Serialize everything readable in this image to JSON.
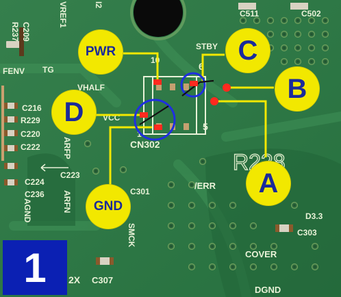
{
  "callouts": {
    "pwr": "PWR",
    "c": "C",
    "b": "B",
    "d": "D",
    "a": "A",
    "gnd": "GND"
  },
  "step_number": "1",
  "silkscreen": {
    "c209": "C209",
    "r237": "R237",
    "vref1": "VREF1",
    "i2": "I2",
    "c511": "C511",
    "c502": "C502",
    "fenv": "FENV",
    "tg": "TG",
    "stby": "STBY",
    "pin10": "10",
    "pin6": "6",
    "vhalf": "VHALF",
    "c216": "C216",
    "r229": "R229",
    "c220": "C220",
    "c222": "C222",
    "vcc": "VCC",
    "pin1": "1",
    "pin5": "5",
    "cn302": "CN302",
    "arfp": "ARFP",
    "c224": "C224",
    "c223": "C223",
    "c236": "C236",
    "arfn": "ARFN",
    "agnd": "AGND",
    "c301": "C301",
    "err": "/ERR",
    "r228": "R228",
    "d3": "D3.3",
    "c303": "C303",
    "smck": "SMCK",
    "cover": "COVER",
    "c307": "C307",
    "dgnd": "DGND",
    "x2": "2X"
  },
  "colors": {
    "board": "#2f7a47",
    "callout": "#f2e800",
    "callout_text": "#1a2a9a",
    "badge": "#0b20b3",
    "wire": "#f2e800",
    "pad_marker": "#ff2a1f",
    "ring": "#1f2fe0"
  }
}
